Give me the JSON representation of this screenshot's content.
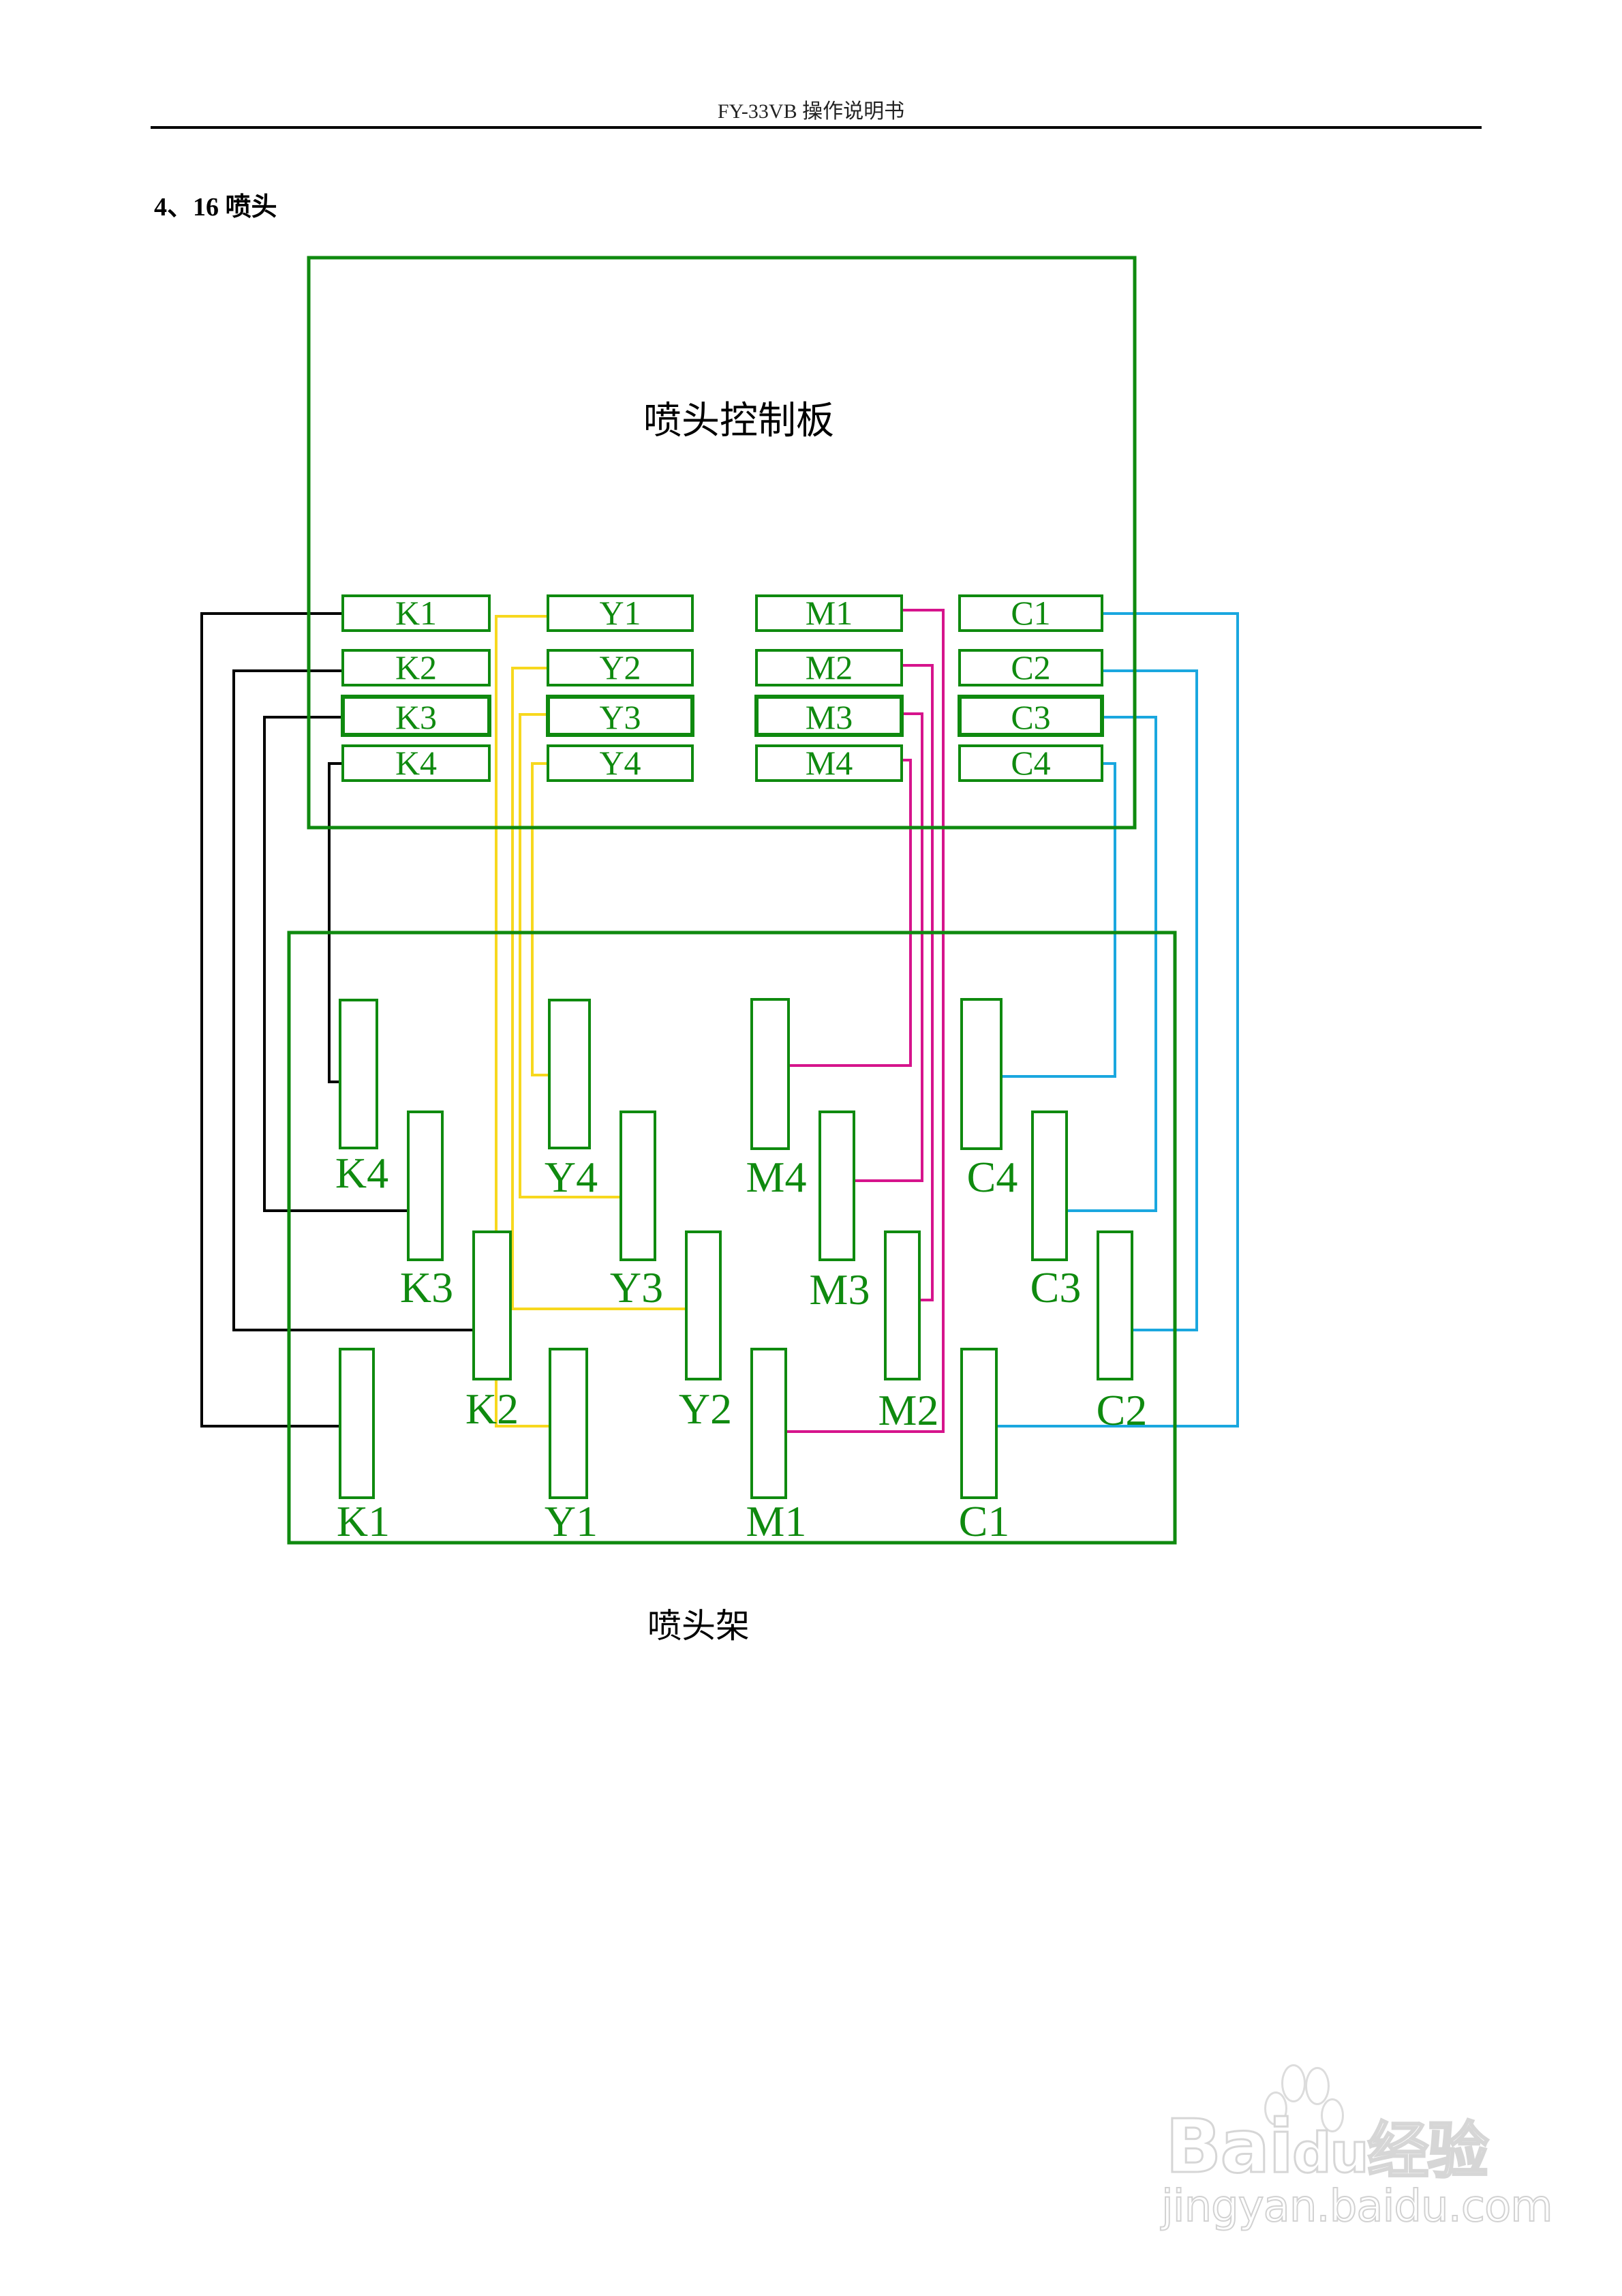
{
  "header": {
    "title": "FY-33VB 操作说明书"
  },
  "section": {
    "heading": "4、16 喷头"
  },
  "diagram": {
    "board_title": "喷头控制板",
    "carriage_title": "喷头架",
    "colors": {
      "frame": "#0f8a0f",
      "K": "#000000",
      "Y": "#f7d81e",
      "M": "#d6148c",
      "C": "#1aa7df"
    },
    "board_slots": [
      {
        "id": "K1",
        "label": "K1",
        "color": "K"
      },
      {
        "id": "K2",
        "label": "K2",
        "color": "K"
      },
      {
        "id": "K3",
        "label": "K3",
        "color": "K"
      },
      {
        "id": "K4",
        "label": "K4",
        "color": "K"
      },
      {
        "id": "Y1",
        "label": "Y1",
        "color": "Y"
      },
      {
        "id": "Y2",
        "label": "Y2",
        "color": "Y"
      },
      {
        "id": "Y3",
        "label": "Y3",
        "color": "Y"
      },
      {
        "id": "Y4",
        "label": "Y4",
        "color": "Y"
      },
      {
        "id": "M1",
        "label": "M1",
        "color": "M"
      },
      {
        "id": "M2",
        "label": "M2",
        "color": "M"
      },
      {
        "id": "M3",
        "label": "M3",
        "color": "M"
      },
      {
        "id": "M4",
        "label": "M4",
        "color": "M"
      },
      {
        "id": "C1",
        "label": "C1",
        "color": "C"
      },
      {
        "id": "C2",
        "label": "C2",
        "color": "C"
      },
      {
        "id": "C3",
        "label": "C3",
        "color": "C"
      },
      {
        "id": "C4",
        "label": "C4",
        "color": "C"
      }
    ],
    "print_heads": [
      {
        "id": "K1",
        "label": "K1"
      },
      {
        "id": "K2",
        "label": "K2"
      },
      {
        "id": "K3",
        "label": "K3"
      },
      {
        "id": "K4",
        "label": "K4"
      },
      {
        "id": "Y1",
        "label": "Y1"
      },
      {
        "id": "Y2",
        "label": "Y2"
      },
      {
        "id": "Y3",
        "label": "Y3"
      },
      {
        "id": "Y4",
        "label": "Y4"
      },
      {
        "id": "M1",
        "label": "M1"
      },
      {
        "id": "M2",
        "label": "M2"
      },
      {
        "id": "M3",
        "label": "M3"
      },
      {
        "id": "M4",
        "label": "M4"
      },
      {
        "id": "C1",
        "label": "C1"
      },
      {
        "id": "C2",
        "label": "C2"
      },
      {
        "id": "C3",
        "label": "C3"
      },
      {
        "id": "C4",
        "label": "C4"
      }
    ],
    "connections": [
      {
        "from": "K1",
        "to": "K1",
        "color": "K"
      },
      {
        "from": "K2",
        "to": "K2",
        "color": "K"
      },
      {
        "from": "K3",
        "to": "K3",
        "color": "K"
      },
      {
        "from": "K4",
        "to": "K4",
        "color": "K"
      },
      {
        "from": "Y1",
        "to": "Y1",
        "color": "Y"
      },
      {
        "from": "Y2",
        "to": "Y2",
        "color": "Y"
      },
      {
        "from": "Y3",
        "to": "Y3",
        "color": "Y"
      },
      {
        "from": "Y4",
        "to": "Y4",
        "color": "Y"
      },
      {
        "from": "M1",
        "to": "M1",
        "color": "M"
      },
      {
        "from": "M2",
        "to": "M2",
        "color": "M"
      },
      {
        "from": "M3",
        "to": "M3",
        "color": "M"
      },
      {
        "from": "M4",
        "to": "M4",
        "color": "M"
      },
      {
        "from": "C1",
        "to": "C1",
        "color": "C"
      },
      {
        "from": "C2",
        "to": "C2",
        "color": "C"
      },
      {
        "from": "C3",
        "to": "C3",
        "color": "C"
      },
      {
        "from": "C4",
        "to": "C4",
        "color": "C"
      }
    ]
  },
  "watermark": {
    "brand": "Bai",
    "brand_du": "du",
    "brand_cn": "经验",
    "url": "jingyan.baidu.com"
  }
}
